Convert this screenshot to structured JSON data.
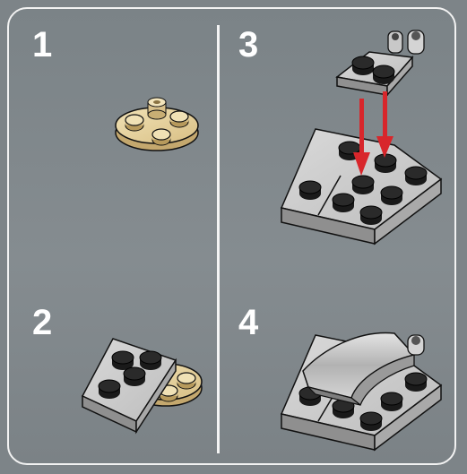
{
  "steps": [
    {
      "number": "1"
    },
    {
      "number": "2"
    },
    {
      "number": "3"
    },
    {
      "number": "4"
    }
  ],
  "colors": {
    "background": "#7d8488",
    "frame": "#f2f2f2",
    "tan_part": "#e3cd98",
    "gray_part": "#c9c9c9",
    "arrow": "#d8262b"
  },
  "icons": [
    "round-tan-plate-icon",
    "wedge-plate-icon",
    "plate-with-clip-icon",
    "slope-piece-icon",
    "red-arrow-icon"
  ]
}
